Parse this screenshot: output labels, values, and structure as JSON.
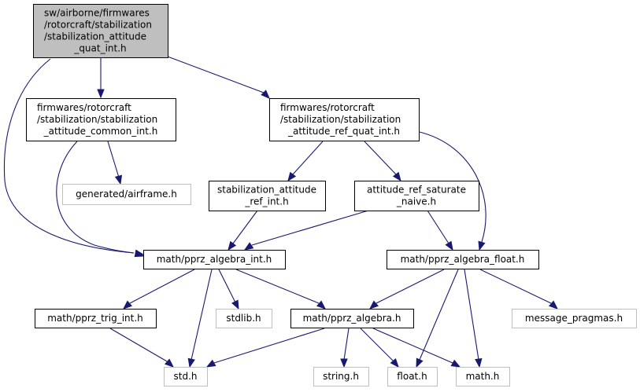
{
  "title": "Include dependency graph for stabilization_attitude_quat_int.h",
  "colors": {
    "edge": "#191970",
    "root_fill": "#bfbfbf",
    "node_border": "#000000",
    "external_border": "#bfbfbf"
  },
  "nodes": [
    {
      "id": "root",
      "lines": [
        "sw/airborne/firmwares",
        "/rotorcraft/stabilization",
        "/stabilization_attitude",
        "_quat_int.h"
      ],
      "kind": "root"
    },
    {
      "id": "common",
      "lines": [
        "firmwares/rotorcraft",
        "/stabilization/stabilization",
        "_attitude_common_int.h"
      ],
      "kind": "file"
    },
    {
      "id": "refquat",
      "lines": [
        "firmwares/rotorcraft",
        "/stabilization/stabilization",
        "_attitude_ref_quat_int.h"
      ],
      "kind": "file"
    },
    {
      "id": "airframe",
      "lines": [
        "generated/airframe.h"
      ],
      "kind": "external"
    },
    {
      "id": "refint",
      "lines": [
        "stabilization_attitude",
        "_ref_int.h"
      ],
      "kind": "file"
    },
    {
      "id": "saturate",
      "lines": [
        "attitude_ref_saturate",
        "_naive.h"
      ],
      "kind": "file"
    },
    {
      "id": "algint",
      "lines": [
        "math/pprz_algebra_int.h"
      ],
      "kind": "file"
    },
    {
      "id": "algfloat",
      "lines": [
        "math/pprz_algebra_float.h"
      ],
      "kind": "file"
    },
    {
      "id": "trigint",
      "lines": [
        "math/pprz_trig_int.h"
      ],
      "kind": "file"
    },
    {
      "id": "stdlib",
      "lines": [
        "stdlib.h"
      ],
      "kind": "external"
    },
    {
      "id": "alg",
      "lines": [
        "math/pprz_algebra.h"
      ],
      "kind": "file"
    },
    {
      "id": "msgpragmas",
      "lines": [
        "message_pragmas.h"
      ],
      "kind": "external"
    },
    {
      "id": "std",
      "lines": [
        "std.h"
      ],
      "kind": "external"
    },
    {
      "id": "string",
      "lines": [
        "string.h"
      ],
      "kind": "external"
    },
    {
      "id": "float",
      "lines": [
        "float.h"
      ],
      "kind": "external"
    },
    {
      "id": "math",
      "lines": [
        "math.h"
      ],
      "kind": "external"
    }
  ],
  "edges": [
    {
      "from": "root",
      "to": "common"
    },
    {
      "from": "root",
      "to": "refquat"
    },
    {
      "from": "root",
      "to": "algint"
    },
    {
      "from": "common",
      "to": "airframe"
    },
    {
      "from": "common",
      "to": "algint"
    },
    {
      "from": "refquat",
      "to": "refint"
    },
    {
      "from": "refquat",
      "to": "saturate"
    },
    {
      "from": "refquat",
      "to": "algfloat"
    },
    {
      "from": "refint",
      "to": "algint"
    },
    {
      "from": "saturate",
      "to": "algint"
    },
    {
      "from": "saturate",
      "to": "algfloat"
    },
    {
      "from": "algint",
      "to": "trigint"
    },
    {
      "from": "algint",
      "to": "std"
    },
    {
      "from": "algint",
      "to": "stdlib"
    },
    {
      "from": "algint",
      "to": "alg"
    },
    {
      "from": "algfloat",
      "to": "alg"
    },
    {
      "from": "algfloat",
      "to": "float"
    },
    {
      "from": "algfloat",
      "to": "math"
    },
    {
      "from": "algfloat",
      "to": "msgpragmas"
    },
    {
      "from": "trigint",
      "to": "std"
    },
    {
      "from": "alg",
      "to": "std"
    },
    {
      "from": "alg",
      "to": "string"
    },
    {
      "from": "alg",
      "to": "float"
    },
    {
      "from": "alg",
      "to": "math"
    }
  ]
}
